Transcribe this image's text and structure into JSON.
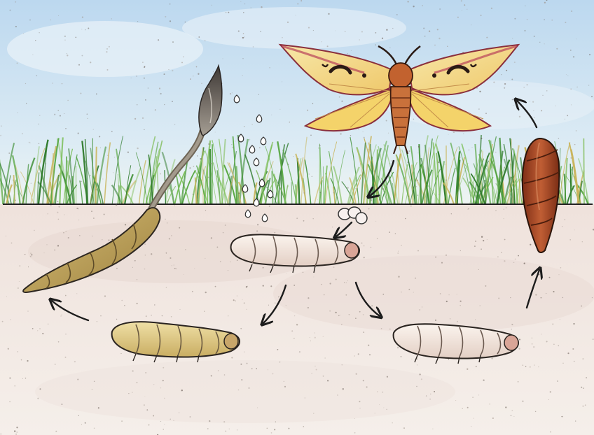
{
  "figure": {
    "stages": [
      {
        "name": "adult-moth",
        "icon": "moth-icon"
      },
      {
        "name": "eggs",
        "icon": "egg-cluster-icon"
      },
      {
        "name": "young-larva",
        "icon": "larva-icon"
      },
      {
        "name": "larva-developing",
        "icon": "larva-icon"
      },
      {
        "name": "larva-infected",
        "icon": "larva-icon"
      },
      {
        "name": "fungus-fruiting-body",
        "icon": "cordyceps-stroma-icon"
      },
      {
        "name": "spores",
        "icon": "spore-icon"
      },
      {
        "name": "pupa",
        "icon": "pupa-icon"
      }
    ],
    "colors": {
      "sky": "#cfe3f2",
      "grass": "#4f9a3c",
      "soil": "#efe3de",
      "ground_line": "#222222",
      "larva_pale": "#f1e6de",
      "larva_golden": "#d7c27c",
      "infected_body": "#b59a52",
      "pupa": "#a24a26",
      "moth_wing": "#f2dc8f",
      "moth_wing_edge": "#b8425a",
      "moth_body": "#c2622f",
      "arrow": "#1c1c1c"
    }
  }
}
